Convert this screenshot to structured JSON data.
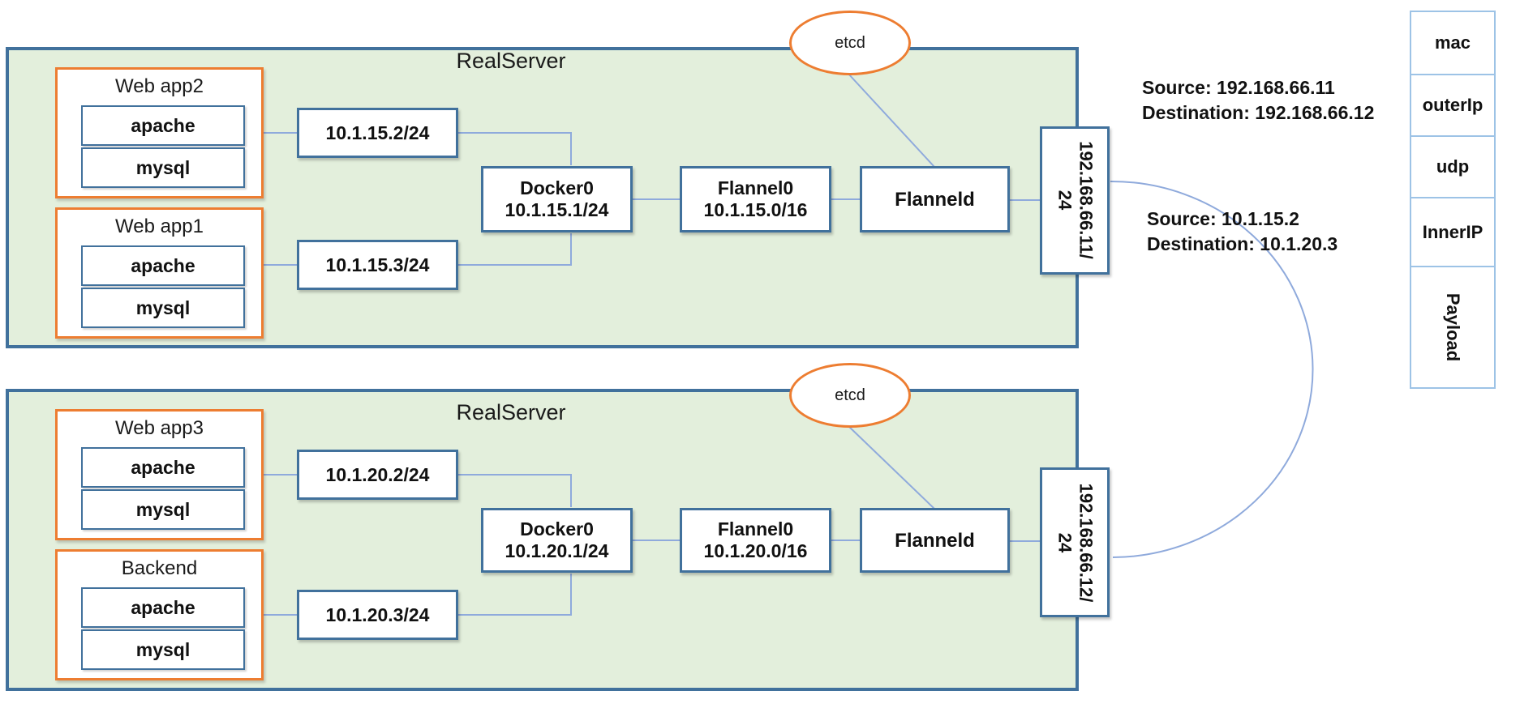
{
  "colors": {
    "server_fill": "#e3efdc",
    "server_border": "#41719c",
    "node_border": "#41719c",
    "orange_border": "#ed7d31",
    "connector_blue": "#8faadc",
    "packet_border": "#9dc3e6",
    "text": "#111111"
  },
  "servers": [
    {
      "title": "RealServer",
      "etcd_label": "etcd",
      "apps": [
        {
          "title": "Web app2",
          "items": [
            "apache",
            "mysql"
          ]
        },
        {
          "title": "Web app1",
          "items": [
            "apache",
            "mysql"
          ]
        }
      ],
      "ip_top": "10.1.15.2/24",
      "ip_bottom": "10.1.15.3/24",
      "docker": {
        "name": "Docker0",
        "addr": "10.1.15.1/24"
      },
      "flannel": {
        "name": "Flannel0",
        "addr": "10.1.15.0/16"
      },
      "flanneld": "Flanneld",
      "host_ip": {
        "line1": "192.168.66.11/",
        "line2": "24"
      }
    },
    {
      "title": "RealServer",
      "etcd_label": "etcd",
      "apps": [
        {
          "title": "Web app3",
          "items": [
            "apache",
            "mysql"
          ]
        },
        {
          "title": "Backend",
          "items": [
            "apache",
            "mysql"
          ]
        }
      ],
      "ip_top": "10.1.20.2/24",
      "ip_bottom": "10.1.20.3/24",
      "docker": {
        "name": "Docker0",
        "addr": "10.1.20.1/24"
      },
      "flannel": {
        "name": "Flannel0",
        "addr": "10.1.20.0/16"
      },
      "flanneld": "Flanneld",
      "host_ip": {
        "line1": "192.168.66.12/",
        "line2": "24"
      }
    }
  ],
  "packet": {
    "fields": [
      "mac",
      "outerIp",
      "udp",
      "InnerIP",
      "Payload"
    ]
  },
  "annotations": {
    "outer": {
      "source": "Source:  192.168.66.11",
      "destination": "Destination:  192.168.66.12"
    },
    "inner": {
      "source": "Source:  10.1.15.2",
      "destination": "Destination:  10.1.20.3"
    }
  }
}
